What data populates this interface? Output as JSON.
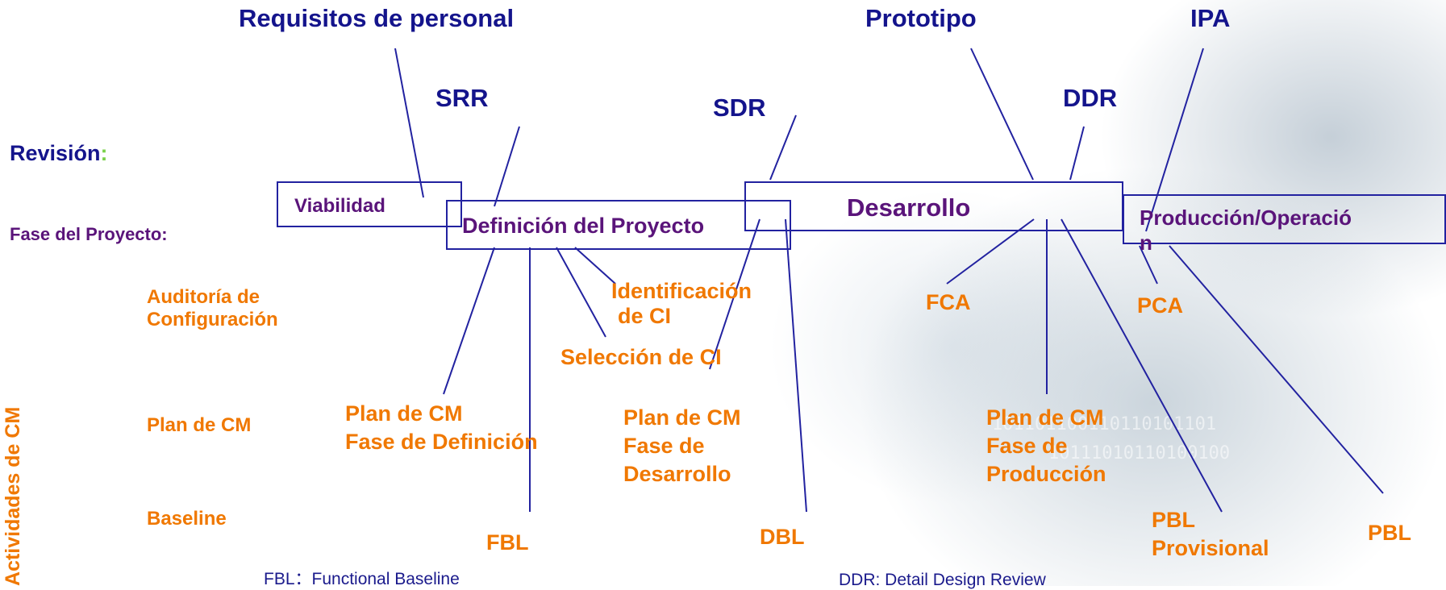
{
  "reviews": {
    "requisitos": "Requisitos de personal",
    "prototipo": "Prototipo",
    "ipa": "IPA",
    "srr": "SRR",
    "sdr": "SDR",
    "ddr": "DDR"
  },
  "row_labels": {
    "revision": "Revisión",
    "revision_colon": ":",
    "fase": "Fase del Proyecto:",
    "auditoria_1": "Auditoría de",
    "auditoria_2": "Configuración",
    "plan": "Plan de CM",
    "baseline": "Baseline",
    "vertical": "Actividades de CM"
  },
  "phases": {
    "viabilidad": "Viabilidad",
    "definicion": "Definición del Proyecto",
    "desarrollo": "Desarrollo",
    "produccion_1": "Producción/Operació",
    "produccion_2": "n"
  },
  "activities": {
    "identificacion_1": "Identificación",
    "identificacion_2": "de CI",
    "seleccion": "Selección de CI",
    "fca": "FCA",
    "pca": "PCA",
    "plan_def_1": "Plan de CM",
    "plan_def_2": "Fase de Definición",
    "plan_des_1": "Plan de CM",
    "plan_des_2": "Fase de",
    "plan_des_3": "Desarrollo",
    "plan_prod_1": "Plan de CM",
    "plan_prod_2": "Fase de",
    "plan_prod_3": "Producción",
    "fbl": "FBL",
    "dbl": "DBL",
    "pbl_prov_1": "PBL",
    "pbl_prov_2": "Provisional",
    "pbl": "PBL"
  },
  "notes": {
    "fbl": "FBL：Functional Baseline",
    "ddr": "DDR: Detail Design Review"
  },
  "background_digits": {
    "row1": "101101100110110101101",
    "row2": "10111010110100100"
  },
  "colors": {
    "review": "#14148c",
    "phase": "#5a147a",
    "activity": "#f07800",
    "revision_colon": "#7ad14a",
    "line": "#2222a0"
  }
}
